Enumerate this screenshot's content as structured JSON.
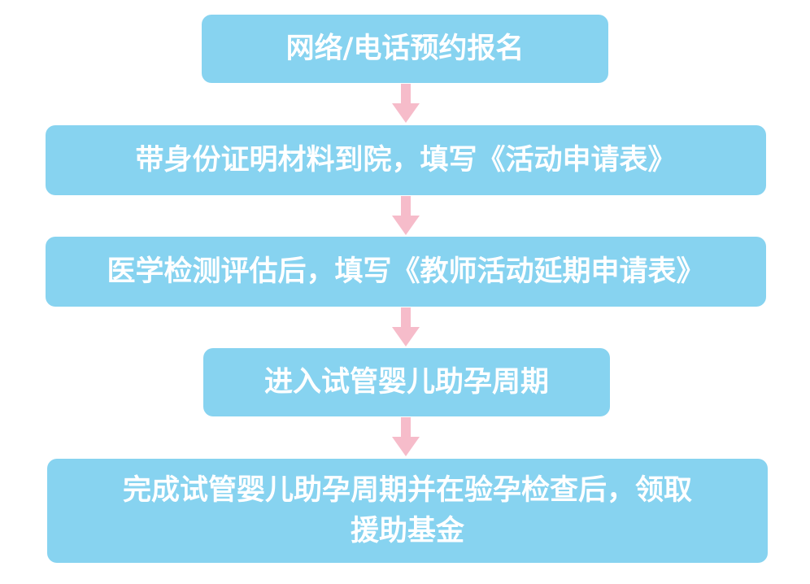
{
  "steps": [
    "网络/电话预约报名",
    "带身份证明材料到院，填写《活动申请表》",
    "医学检测评估后，填写《教师活动延期申请表》",
    "进入试管婴儿助孕周期",
    "完成试管婴儿助孕周期并在验孕检查后，领取援助基金"
  ],
  "step5_lines": [
    "完成试管婴儿助孕周期并在验孕检查后，领取",
    "援助基金"
  ],
  "colors": {
    "box": "#87d3f0",
    "text": "#ffffff",
    "arrow": "#f6bcca"
  },
  "icons": {
    "connector": "arrow-down-icon"
  }
}
